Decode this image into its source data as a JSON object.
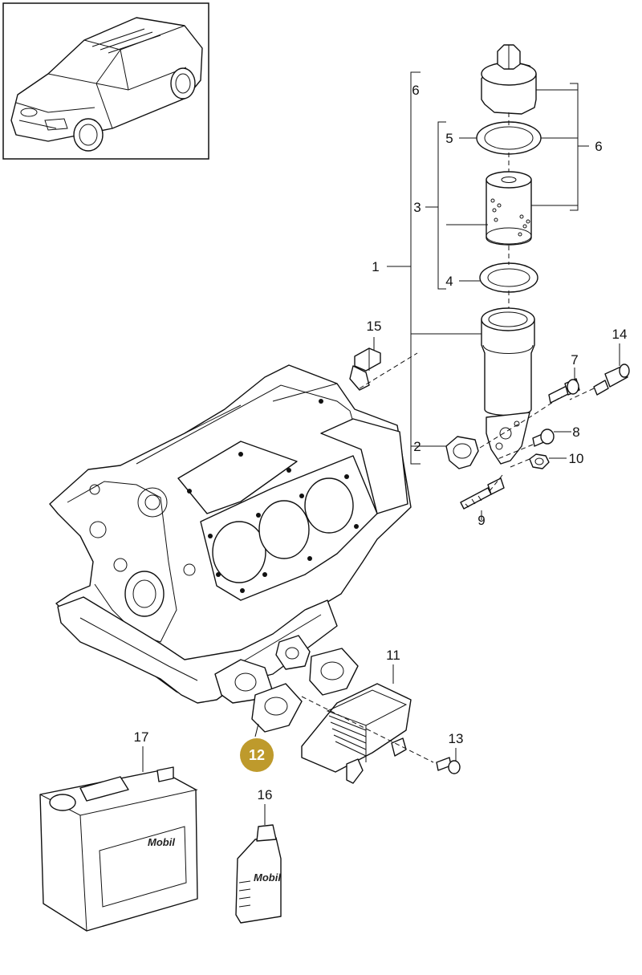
{
  "callouts": {
    "c1": "1",
    "c2": "2",
    "c3": "3",
    "c4": "4",
    "c5": "5",
    "c6a": "6",
    "c6b": "6",
    "c7": "7",
    "c8": "8",
    "c9": "9",
    "c10": "10",
    "c11": "11",
    "c12": "12",
    "c13": "13",
    "c14": "14",
    "c15": "15",
    "c16": "16",
    "c17": "17"
  },
  "labels": {
    "canister_brand": "Mobil",
    "bottle_brand": "Mobil"
  },
  "colors": {
    "highlight": "#BE9A2C",
    "line": "#111111"
  }
}
